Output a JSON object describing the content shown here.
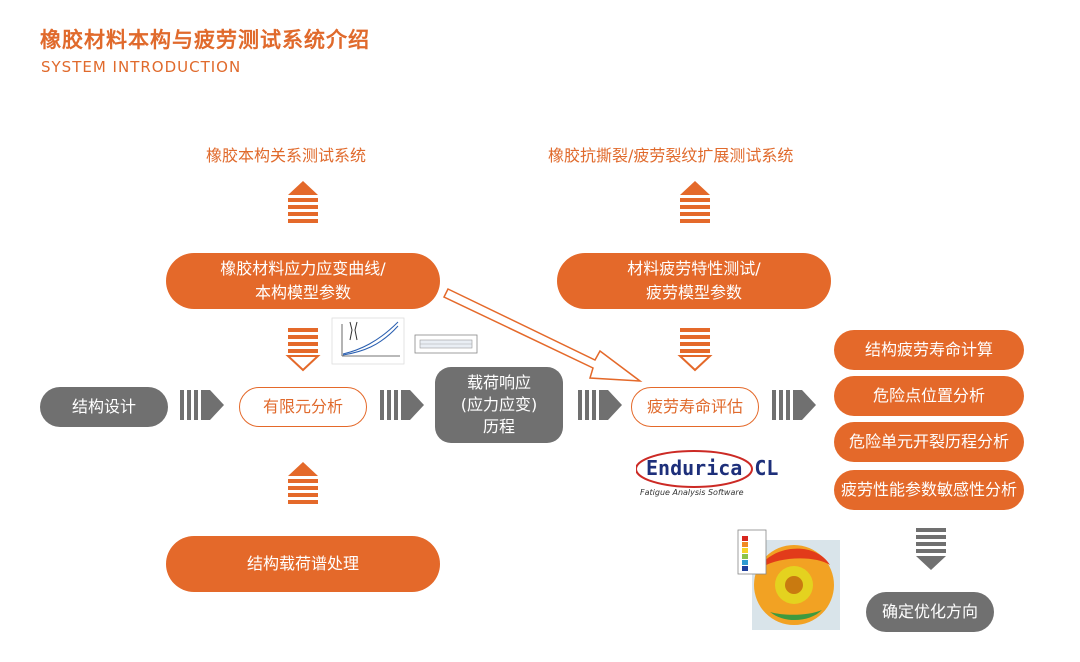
{
  "header": {
    "title": "橡胶材料本构与疲劳测试系统介绍",
    "subtitle": "SYSTEM INTRODUCTION"
  },
  "top_labels": {
    "constitutive_system": "橡胶本构关系测试系统",
    "tear_system": "橡胶抗撕裂/疲劳裂纹扩展测试系统"
  },
  "nodes": {
    "stress_strain": "橡胶材料应力应变曲线/\n本构模型参数",
    "fatigue_property": "材料疲劳特性测试/\n疲劳模型参数",
    "structure_design": "结构设计",
    "fea": "有限元分析",
    "load_response": "载荷响应\n(应力应变)\n历程",
    "fatigue_eval": "疲劳寿命评估",
    "load_spectrum": "结构载荷谱处理",
    "optimize": "确定优化方向"
  },
  "results": [
    "结构疲劳寿命计算",
    "危险点位置分析",
    "危险单元开裂历程分析",
    "疲劳性能参数敏感性分析"
  ],
  "logo": {
    "name": "Endurica CL",
    "tagline": "Fatigue Analysis Software"
  },
  "colors": {
    "accent": "#e4692a",
    "gray": "#707070"
  }
}
